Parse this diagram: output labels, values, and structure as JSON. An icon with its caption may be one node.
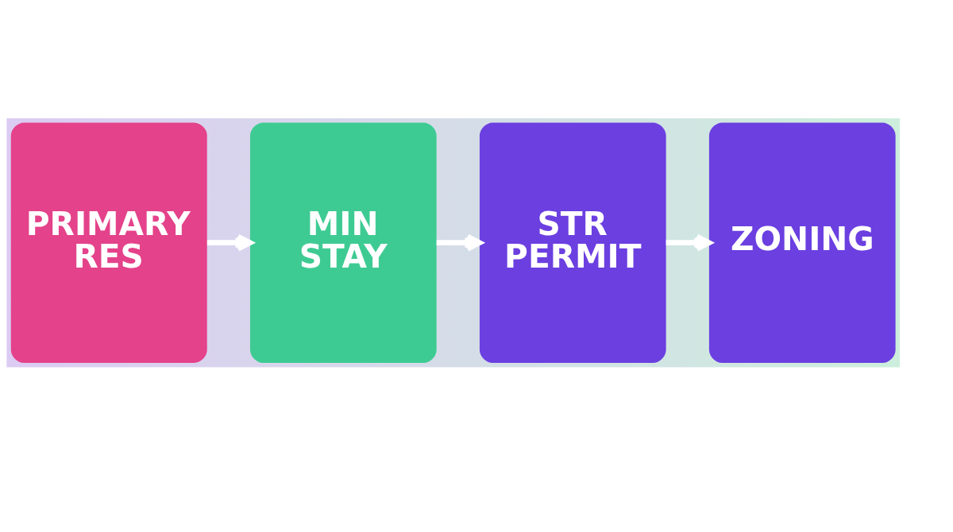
{
  "diagram": {
    "nodes": [
      {
        "text": [
          "PRIMARY RES"
        ]
      },
      {
        "text": [
          "MIN STAY"
        ]
      },
      {
        "text": [
          "STR PERMIT"
        ]
      },
      {
        "text": [
          "ZONING"
        ]
      }
    ],
    "edges": [
      {
        "from": 0,
        "to": 1,
        "arrow": "to"
      },
      {
        "from": 1,
        "to": 2,
        "arrow": "to"
      },
      {
        "from": 2,
        "to": 3,
        "arrow": "to"
      }
    ]
  }
}
